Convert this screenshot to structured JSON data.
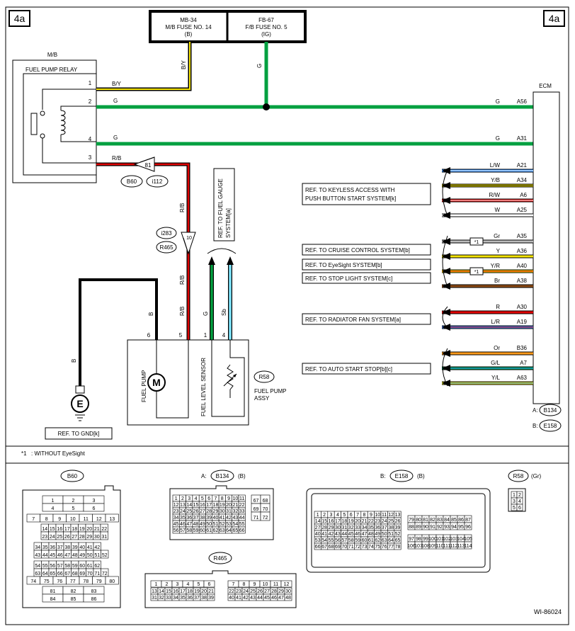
{
  "page": {
    "corner_left": "4a",
    "corner_right": "4a",
    "diagram_id": "WI-86024"
  },
  "fuses": {
    "left": {
      "line1": "MB-34",
      "line2": "M/B FUSE NO. 14",
      "line3": "(B)"
    },
    "right": {
      "line1": "FB-67",
      "line2": "F/B FUSE NO. 5",
      "line3": "(IG)"
    }
  },
  "mb": {
    "label": "M/B"
  },
  "relay": {
    "label": "FUEL PUMP RELAY",
    "pins": [
      "1",
      "2",
      "4",
      "3"
    ]
  },
  "ecm": {
    "label": "ECM"
  },
  "wire_labels": {
    "by_top": "B/Y",
    "by_h": "B/Y",
    "g_fuse": "G",
    "g_pin2": "G",
    "g_pin4": "G",
    "rb_h": "R/B",
    "rb_v1": "R/B",
    "rb_v2": "R/B",
    "rb_v3": "R/B",
    "b_ground": "B",
    "b_pump": "B",
    "g_sensor": "G",
    "sb_sensor": "Sb"
  },
  "ecm_lines": [
    {
      "color": "G",
      "pin": "A56"
    },
    {
      "color": "G",
      "pin": "A31"
    },
    {
      "color": "L/W",
      "pin": "A21"
    },
    {
      "color": "Y/B",
      "pin": "A34"
    },
    {
      "color": "R/W",
      "pin": "A6"
    },
    {
      "color": "W",
      "pin": "A25"
    },
    {
      "color": "Gr",
      "pin": "A35"
    },
    {
      "color": "Y",
      "pin": "A36"
    },
    {
      "color": "Y/R",
      "pin": "A40"
    },
    {
      "color": "Br",
      "pin": "A38"
    },
    {
      "color": "R",
      "pin": "A30"
    },
    {
      "color": "L/R",
      "pin": "A19"
    },
    {
      "color": "Or",
      "pin": "B36"
    },
    {
      "color": "G/L",
      "pin": "A7"
    },
    {
      "color": "Y/L",
      "pin": "A63"
    }
  ],
  "refs": {
    "keyless_line1": "REF. TO KEYLESS ACCESS WITH",
    "keyless_line2": "PUSH BUTTON START SYSTEM[k]",
    "cruise": "REF. TO CRUISE CONTROL SYSTEM[b]",
    "eyesight": "REF. TO EyeSight SYSTEM[b]",
    "stoplight": "REF. TO STOP LIGHT SYSTEM[c]",
    "radiator": "REF. TO RADIATOR FAN SYSTEM[a]",
    "autostart": "REF. TO AUTO START STOP[b][c]",
    "gnd": "REF. TO GND[k]",
    "fuel_gauge_line1": "REF. TO FUEL GAUGE",
    "fuel_gauge_line2": "SYSTEM[a]"
  },
  "star_mark": "*1",
  "footnote": {
    "mark": "*1",
    "text": ": WITHOUT EyeSight"
  },
  "connector_tags": {
    "b60": "B60",
    "i112": "i112",
    "i283": "i283",
    "r465": "R465",
    "conn81": "81",
    "conn10": "10",
    "r58": "R58",
    "b134": "B134",
    "e158": "E158",
    "a_prefix": "A:",
    "b_prefix": "B:"
  },
  "pump": {
    "fuel_pump_label": "FUEL PUMP",
    "fuel_level_label": "FUEL LEVEL SENSOR",
    "motor": "M",
    "assy_line1": "FUEL PUMP",
    "assy_line2": "ASSY",
    "pins": [
      "6",
      "5",
      "1",
      "4"
    ]
  },
  "ground": {
    "symbol": "E"
  },
  "connector_views": {
    "b60": {
      "title": "B60"
    },
    "b134": {
      "prefix": "A:",
      "title": "B134",
      "suffix": "(B)"
    },
    "e158": {
      "prefix": "B:",
      "title": "E158",
      "suffix": "(B)"
    },
    "r58": {
      "title": "R58",
      "suffix": "(Gr)",
      "pins": [
        "1",
        "2",
        "3",
        "4",
        "5",
        "6"
      ]
    },
    "r465": {
      "title": "R465"
    }
  }
}
